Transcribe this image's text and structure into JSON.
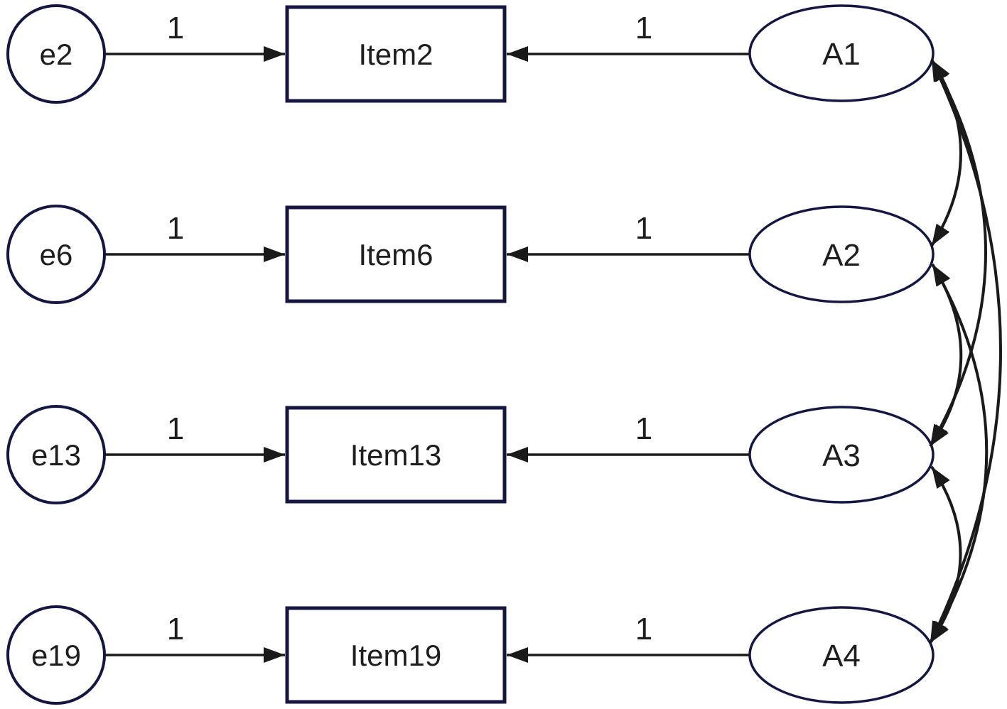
{
  "diagram": {
    "type": "path-diagram",
    "description": "Confirmatory factor analysis measurement model with four error terms, four observed items and four latent factors with inter-factor covariances",
    "colors": {
      "node_border": "#161640",
      "arrow": "#1a1a1a",
      "text": "#1e1e1e",
      "background": "#ffffff"
    },
    "rows": [
      {
        "error": "e2",
        "error_loading": "1",
        "item": "Item2",
        "factor_loading": "1",
        "factor": "A1"
      },
      {
        "error": "e6",
        "error_loading": "1",
        "item": "Item6",
        "factor_loading": "1",
        "factor": "A2"
      },
      {
        "error": "e13",
        "error_loading": "1",
        "item": "Item13",
        "factor_loading": "1",
        "factor": "A3"
      },
      {
        "error": "e19",
        "error_loading": "1",
        "item": "Item19",
        "factor_loading": "1",
        "factor": "A4"
      }
    ],
    "covariances": [
      {
        "from": "A1",
        "to": "A2"
      },
      {
        "from": "A1",
        "to": "A3"
      },
      {
        "from": "A1",
        "to": "A4"
      },
      {
        "from": "A2",
        "to": "A3"
      },
      {
        "from": "A2",
        "to": "A4"
      },
      {
        "from": "A3",
        "to": "A4"
      }
    ]
  }
}
